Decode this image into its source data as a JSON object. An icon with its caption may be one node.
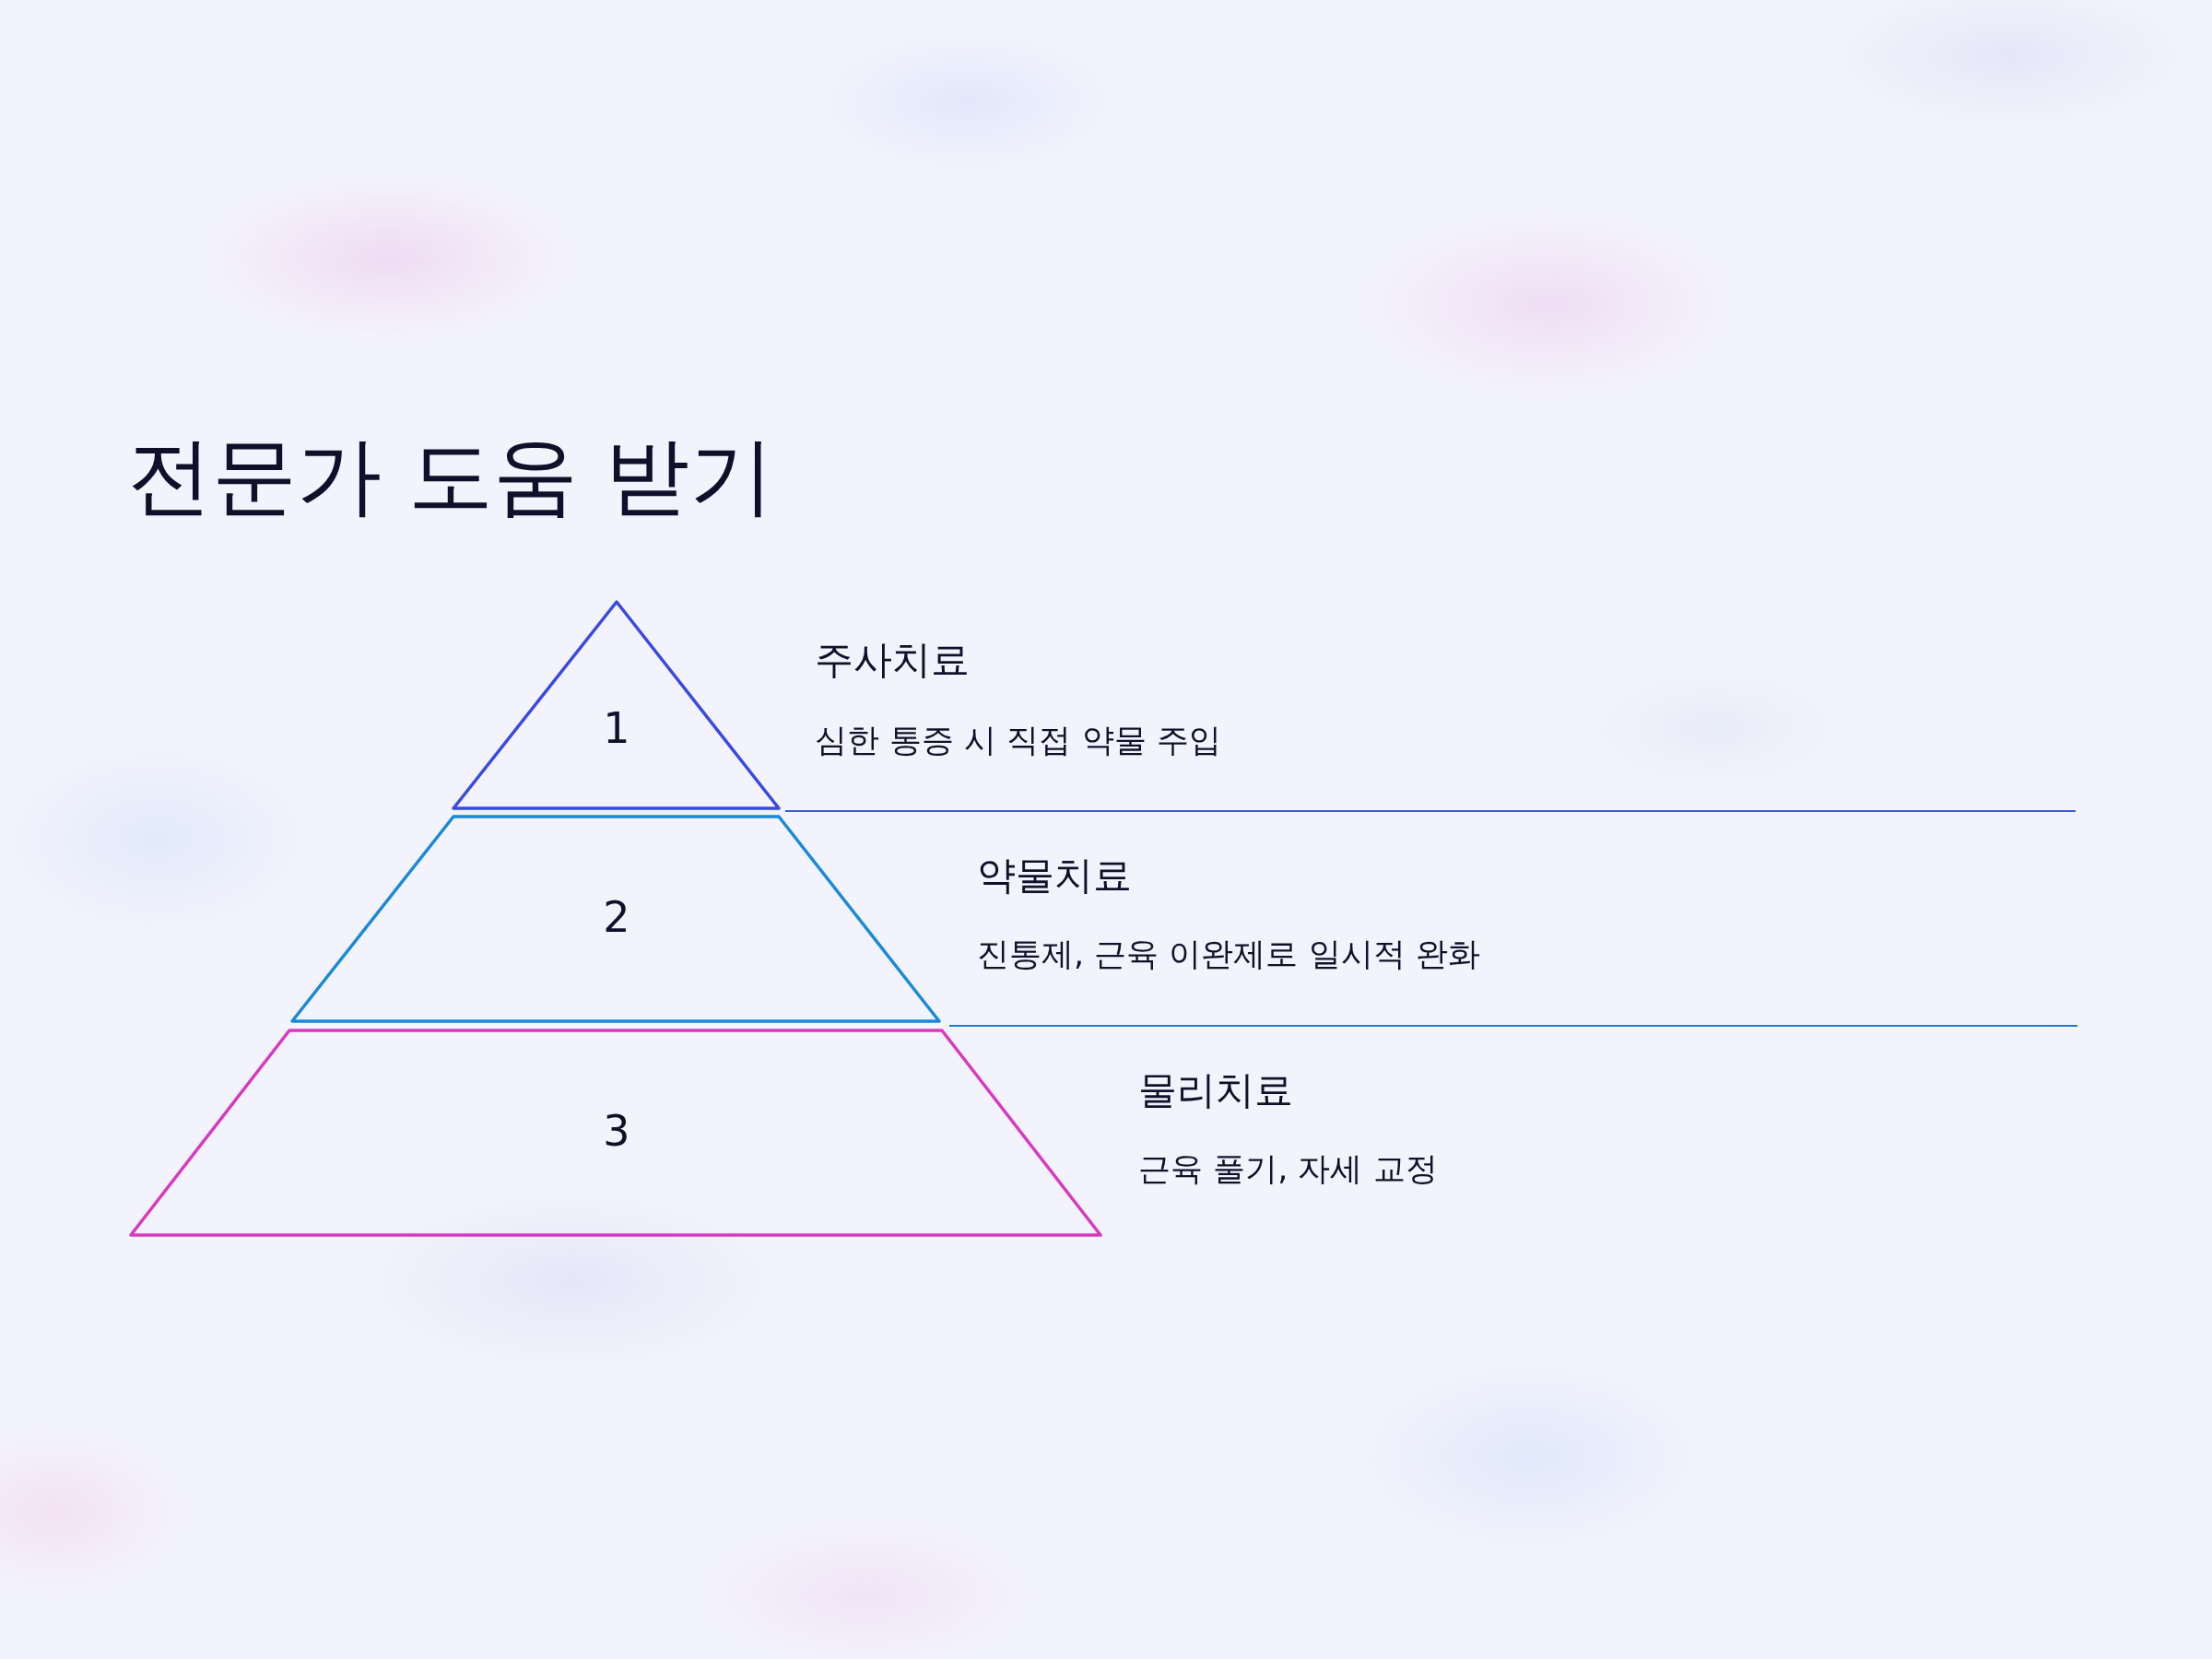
{
  "diagram": {
    "title": "전문가 도움 받기",
    "nodes": [
      {
        "text": [
          "1"
        ],
        "beside": [
          "주사치료",
          "심한 통증 시 직접 약물 주입"
        ]
      },
      {
        "text": [
          "2"
        ],
        "beside": [
          "약물치료",
          "진통제, 근육 이완제로 일시적 완화"
        ]
      },
      {
        "text": [
          "3"
        ],
        "beside": [
          "물리치료",
          "근육 풀기, 자세 교정"
        ]
      }
    ],
    "edges": []
  }
}
